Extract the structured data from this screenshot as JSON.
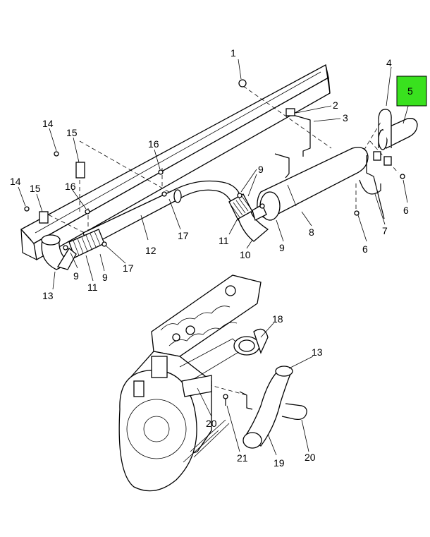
{
  "diagram": {
    "highlight_color": "#39e11e",
    "highlighted_callout": "5",
    "callouts": {
      "c1": "1",
      "c2": "2",
      "c3": "3",
      "c4": "4",
      "c5": "5",
      "c6a": "6",
      "c6b": "6",
      "c7": "7",
      "c8": "8",
      "c9a": "9",
      "c9b": "9",
      "c9c": "9",
      "c9d": "9",
      "c10": "10",
      "c11a": "11",
      "c11b": "11",
      "c12": "12",
      "c13a": "13",
      "c13b": "13",
      "c14a": "14",
      "c14b": "14",
      "c15a": "15",
      "c15b": "15",
      "c16a": "16",
      "c16b": "16",
      "c17a": "17",
      "c17b": "17",
      "c18": "18",
      "c19": "19",
      "c20a": "20",
      "c20b": "20",
      "c21": "21"
    }
  }
}
